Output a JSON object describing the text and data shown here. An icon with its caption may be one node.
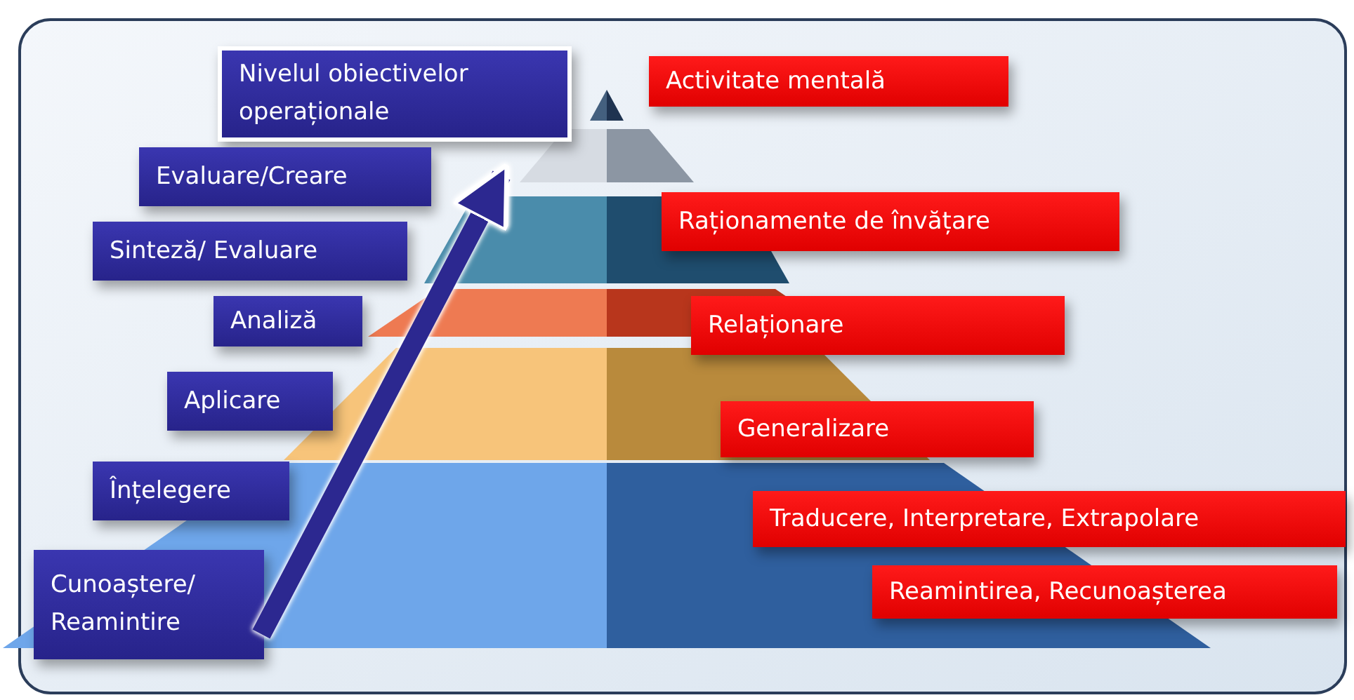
{
  "diagram": {
    "nodes": [
      {
        "text": [
          "Nivelul obiectivelor operaționale"
        ]
      },
      {
        "text": [
          "Activitate mentală"
        ]
      },
      {
        "text": [
          "Evaluare/Creare"
        ]
      },
      {
        "text": [
          "Raționamente de învățare"
        ]
      },
      {
        "text": [
          "Sinteză/ Evaluare"
        ]
      },
      {
        "text": [
          "Analiză"
        ]
      },
      {
        "text": [
          "Relaționare"
        ]
      },
      {
        "text": [
          "Aplicare"
        ]
      },
      {
        "text": [
          "Generalizare"
        ]
      },
      {
        "text": [
          "Înțelegere"
        ]
      },
      {
        "text": [
          "Traducere, Interpretare, Extrapolare"
        ]
      },
      {
        "text": [
          "Cunoaștere/ Reamintire"
        ]
      },
      {
        "text": [
          "Reamintirea, Recunoașterea"
        ]
      }
    ],
    "edges": [
      {
        "from": 11,
        "to": 0,
        "arrow": "to"
      }
    ]
  }
}
